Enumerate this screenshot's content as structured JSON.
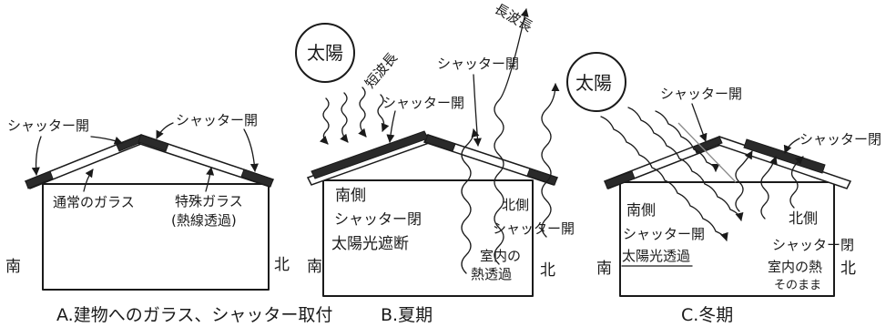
{
  "panelA": {
    "caption": "A.建物へのガラス、シャッター取付",
    "shutter_left": "シャッター開",
    "shutter_right": "シャッター開",
    "normal_glass": "通常のガラス",
    "special_glass": "特殊ガラス",
    "special_glass_note": "(熱線透過)",
    "south": "南",
    "north": "北"
  },
  "panelB": {
    "caption": "B.夏期",
    "sun": "太陽",
    "short_wave": "短波長",
    "long_wave": "長波長",
    "shutter_south": "シャッター開",
    "shutter_north": "シャッター開",
    "south_side": "南側",
    "south_shutter": "シャッター閉",
    "south_effect": "太陽光遮断",
    "north_side": "北側",
    "north_shutter": "シャッター開",
    "room_heat_1": "室内の",
    "room_heat_2": "熱透過",
    "south": "南",
    "north": "北"
  },
  "panelC": {
    "caption": "C.冬期",
    "sun": "太陽",
    "shutter_top": "シャッター開",
    "shutter_right": "シャッター閉",
    "south_side": "南側",
    "south_shutter": "シャッター開",
    "south_effect": "太陽光透過",
    "north_side": "北側",
    "north_shutter": "シャッター閉",
    "room_heat_1": "室内の熱",
    "room_heat_2": "そのまま",
    "south": "南",
    "north": "北"
  },
  "colors": {
    "ink": "#1a1a1a",
    "paper": "#ffffff"
  }
}
